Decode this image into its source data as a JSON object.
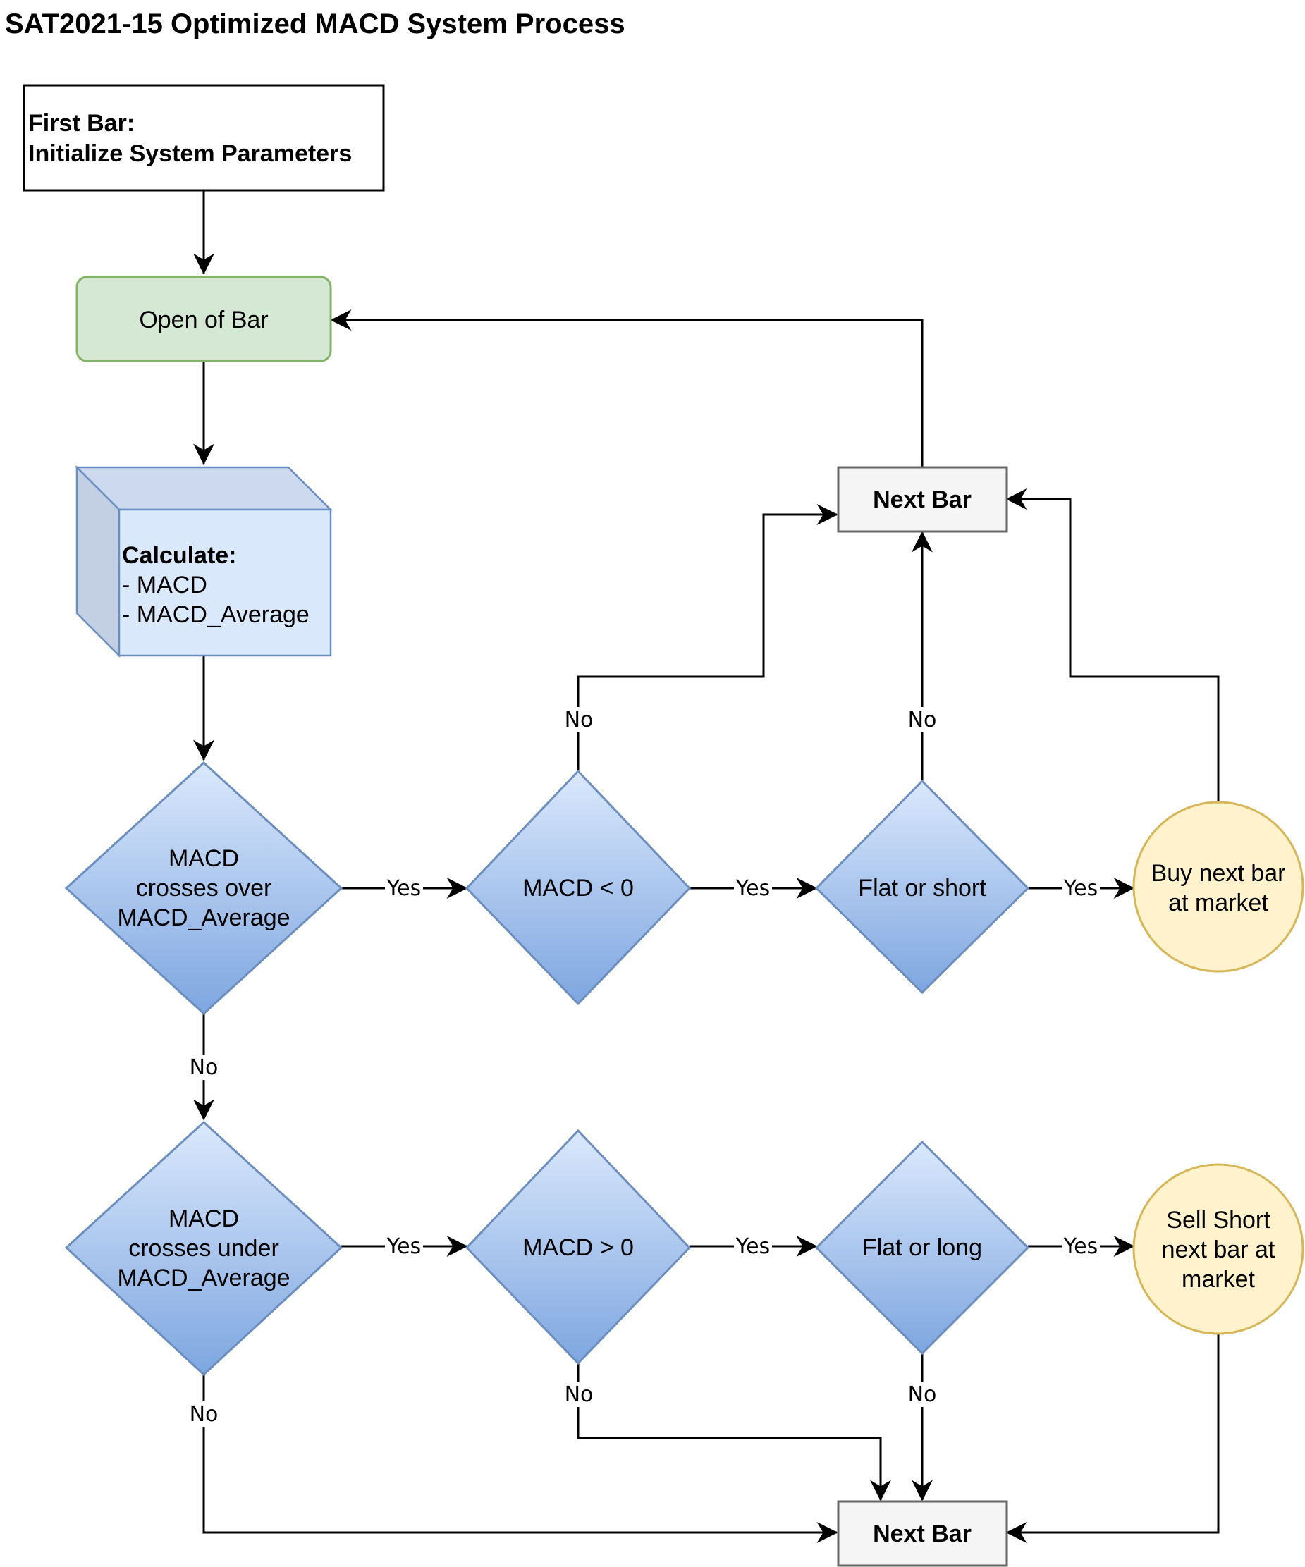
{
  "title": "SAT2021-15 Optimized MACD System Process",
  "colors": {
    "start_fill": "#ffffff",
    "start_stroke": "#000000",
    "open_fill": "#d5e8d4",
    "open_stroke": "#82b366",
    "calc_fill": "#dae8fc",
    "calc_side": "#c3d0e3",
    "calc_top": "#cdd9ee",
    "calc_stroke": "#6c8ebf",
    "decision_top": "#dae8fc",
    "decision_bottom": "#7ea6e0",
    "decision_stroke": "#6c8ebf",
    "action_fill": "#fff2cc",
    "action_stroke": "#d6b656",
    "next_fill": "#f5f5f5",
    "next_stroke": "#666666"
  },
  "nodes": {
    "start": {
      "line1": "First Bar:",
      "line2": "Initialize System Parameters"
    },
    "open_bar": {
      "label": "Open of Bar"
    },
    "calculate": {
      "heading": "Calculate:",
      "item1": "- MACD",
      "item2": "- MACD_Average"
    },
    "cross_over": {
      "line1": "MACD",
      "line2": "crosses over",
      "line3": "MACD_Average"
    },
    "macd_lt0": {
      "label": "MACD < 0"
    },
    "flat_or_short": {
      "label": "Flat or short"
    },
    "buy": {
      "line1": "Buy next bar",
      "line2": "at market"
    },
    "next_bar_top": {
      "label": "Next Bar"
    },
    "cross_under": {
      "line1": "MACD",
      "line2": "crosses under",
      "line3": "MACD_Average"
    },
    "macd_gt0": {
      "label": "MACD > 0"
    },
    "flat_or_long": {
      "label": "Flat or long"
    },
    "sell": {
      "line1": "Sell Short",
      "line2": "next bar at",
      "line3": "market"
    },
    "next_bar_bottom": {
      "label": "Next Bar"
    }
  },
  "edges": {
    "over_yes": "Yes",
    "lt0_yes": "Yes",
    "short_yes": "Yes",
    "lt0_no": "No",
    "short_no": "No",
    "over_no": "No",
    "under_yes": "Yes",
    "gt0_yes": "Yes",
    "long_yes": "Yes",
    "under_no": "No",
    "gt0_no": "No",
    "long_no": "No"
  }
}
